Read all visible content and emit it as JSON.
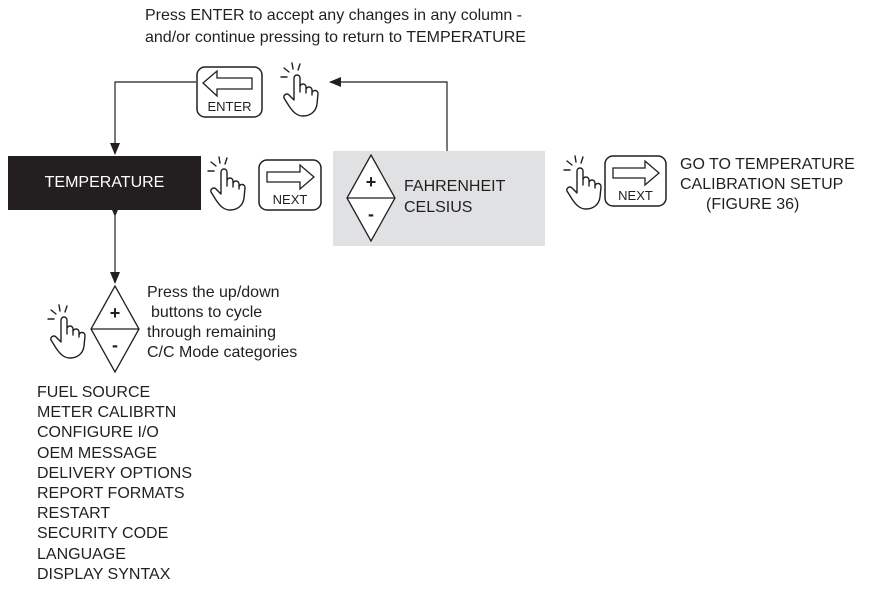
{
  "instructions": {
    "top_line1": "Press ENTER to accept any changes in any column -",
    "top_line2": "and/or continue pressing to return to TEMPERATURE",
    "cycle_line1": "Press the up/down",
    "cycle_line2": "buttons to cycle",
    "cycle_line3": "through remaining",
    "cycle_line4": "C/C Mode categories"
  },
  "keys": {
    "enter_label": "ENTER",
    "next_label": "NEXT",
    "plus": "+",
    "minus": "-"
  },
  "menu": {
    "current": "TEMPERATURE",
    "options": [
      "FAHRENHEIT",
      "CELSIUS"
    ],
    "goto_line1": "GO TO TEMPERATURE",
    "goto_line2": "CALIBRATION SETUP",
    "goto_line3": "(FIGURE 36)"
  },
  "categories": [
    "FUEL SOURCE",
    "METER CALIBRTN",
    "CONFIGURE I/O",
    "OEM MESSAGE",
    "DELIVERY OPTIONS",
    "REPORT FORMATS",
    "RESTART",
    "SECURITY CODE",
    "LANGUAGE",
    "DISPLAY SYNTAX"
  ],
  "colors": {
    "ink": "#231f20",
    "menu_box_fill": "#231f20",
    "menu_box_text": "#ffffff",
    "option_panel_fill": "#e0e1e2"
  },
  "icons": [
    "pointing-hand-icon",
    "enter-arrow-icon",
    "next-arrow-icon",
    "up-down-diamond-icon"
  ]
}
